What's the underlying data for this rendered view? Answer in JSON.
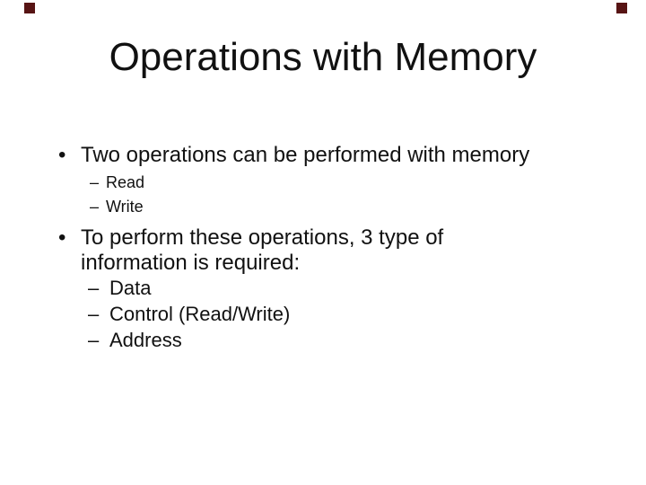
{
  "slide": {
    "title": "Operations with Memory",
    "bullet1": {
      "text": "Two operations can be performed with memory",
      "sub": [
        "Read",
        "Write"
      ]
    },
    "bullet2": {
      "text": "To perform these operations, 3 type of information is required:",
      "sub": [
        "Data",
        "Control (Read/Write)",
        "Address"
      ]
    },
    "markers": {
      "bullet": "•",
      "dash": "–"
    },
    "colors": {
      "background": "#ffffff",
      "text": "#111111",
      "corner_accent": "#571414"
    }
  }
}
